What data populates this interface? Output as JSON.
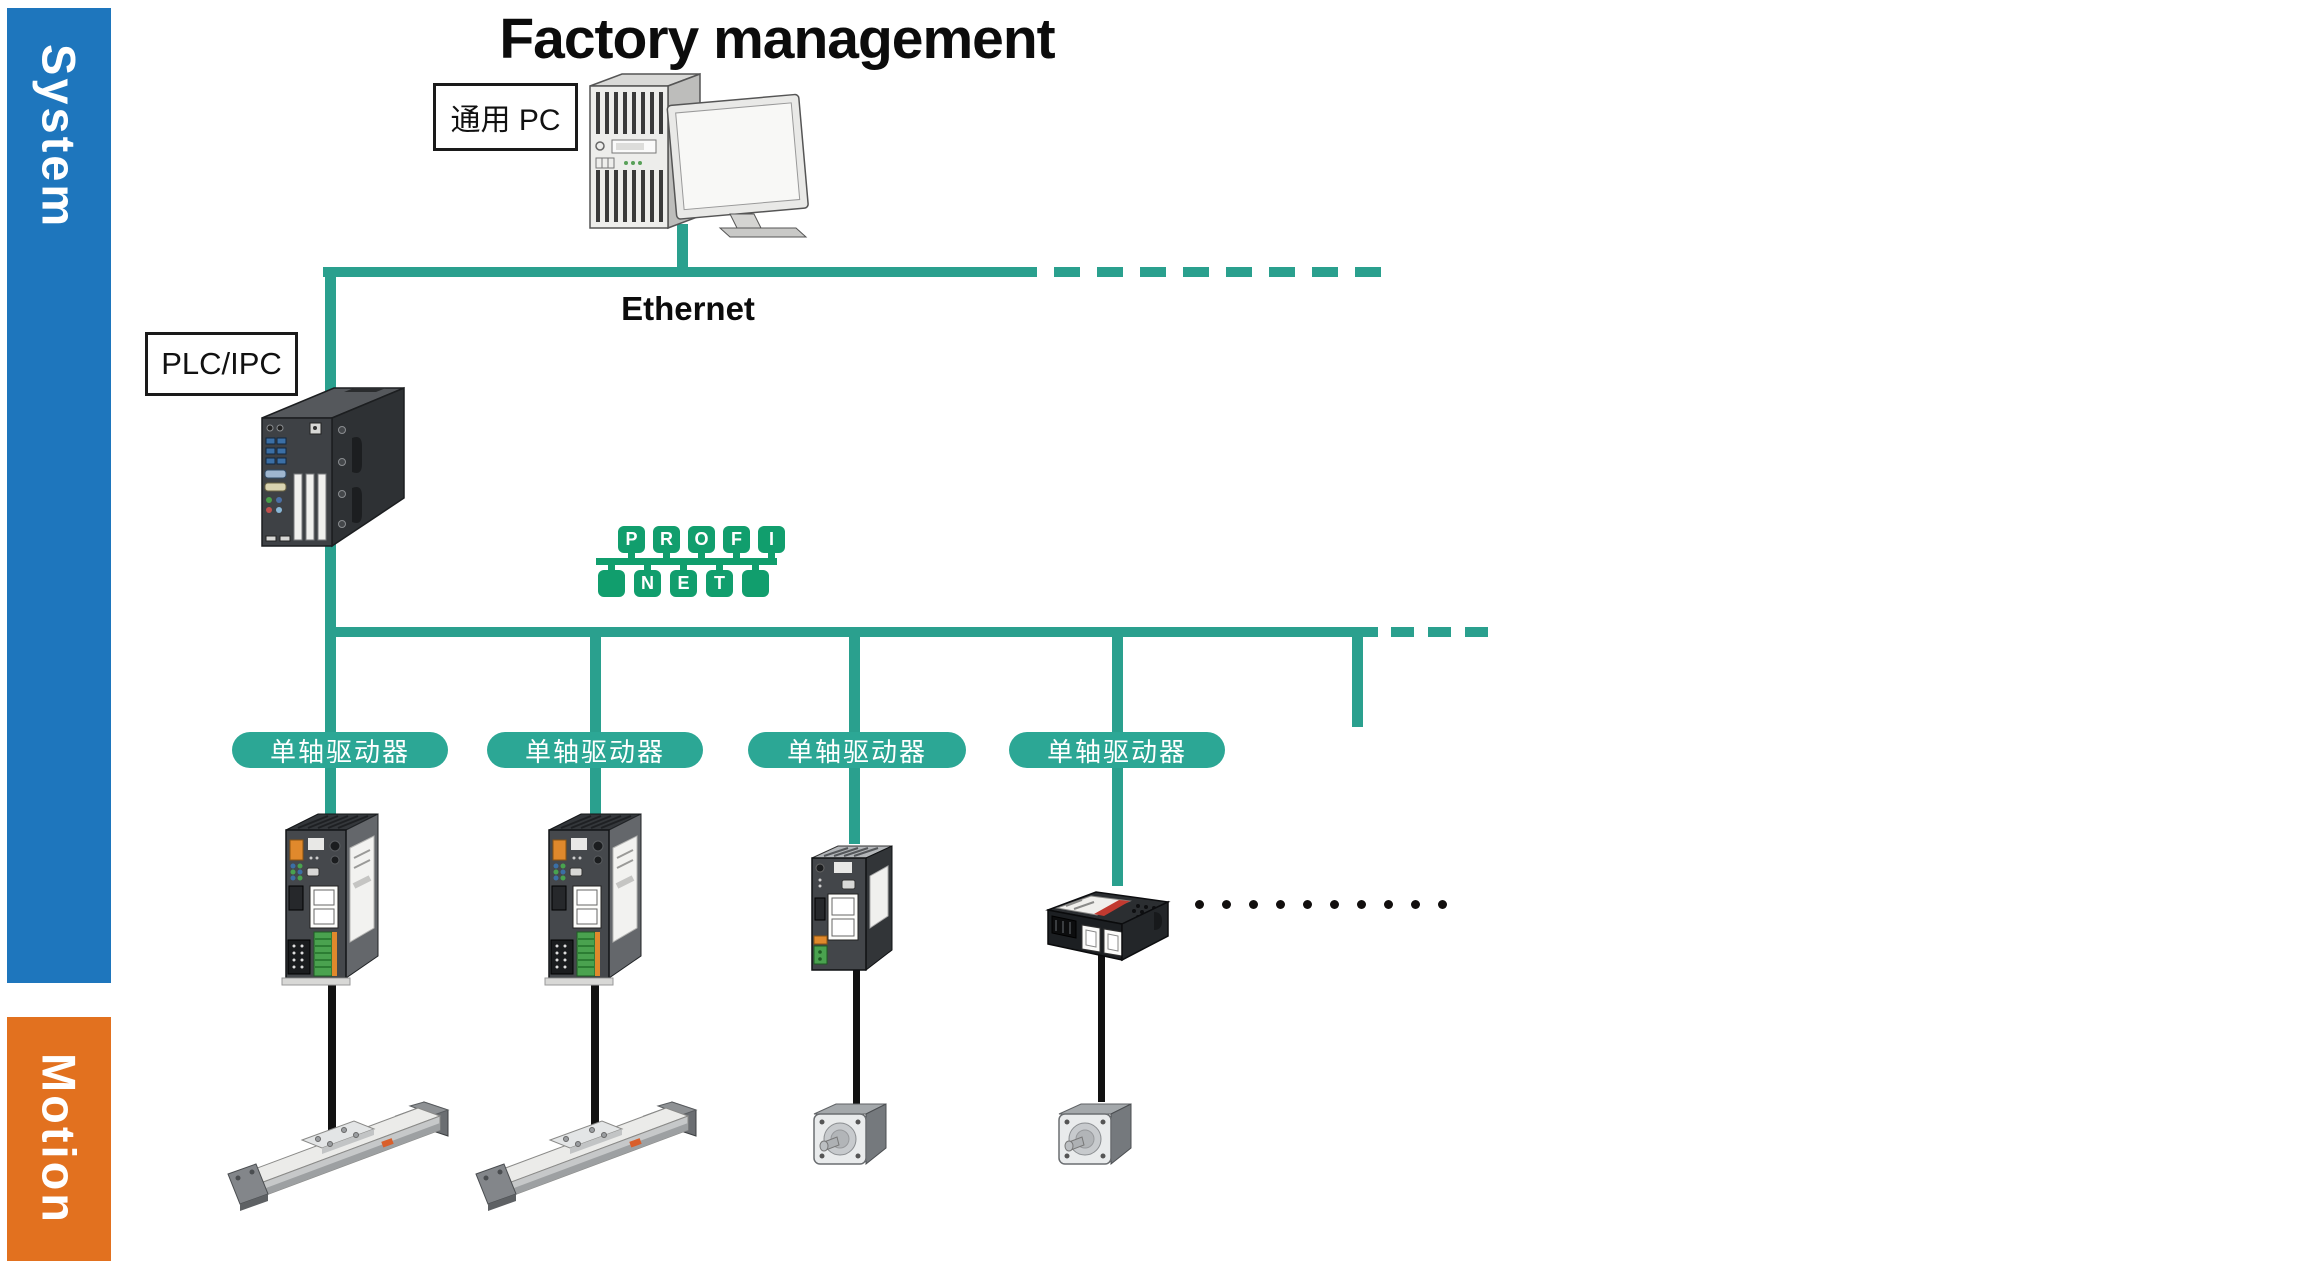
{
  "colors": {
    "teal": "#2aa08e",
    "pill": "#2ca795",
    "pngreen": "#119e6d",
    "system_blue": "#1e76bd",
    "motion_orange": "#e2711f"
  },
  "header": {
    "title": "Factory management"
  },
  "sidebar": {
    "system": "System",
    "motion": "Motion"
  },
  "nodes": {
    "pc_label": "通用 PC",
    "plc_label": "PLC/IPC",
    "ethernet_label": "Ethernet"
  },
  "profinet_logo": {
    "top_letters": [
      "P",
      "R",
      "O",
      "F",
      "I"
    ],
    "bottom_letters": [
      "",
      "N",
      "E",
      "T",
      ""
    ]
  },
  "drivers": {
    "labels": [
      "单轴驱动器",
      "单轴驱动器",
      "单轴驱动器",
      "单轴驱动器"
    ]
  },
  "diagram": {
    "ellipsis_dot_count": 10
  }
}
